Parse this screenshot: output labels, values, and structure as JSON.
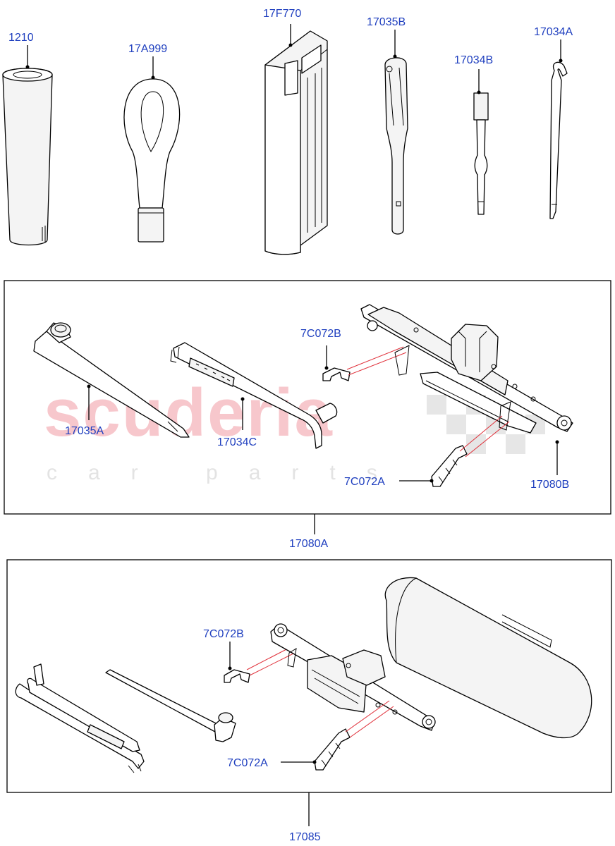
{
  "watermark": {
    "brand": "scuderia",
    "tagline": "car parts"
  },
  "callouts": {
    "p1210": "1210",
    "p17A999": "17A999",
    "p17F770": "17F770",
    "p17035B": "17035B",
    "p17034B": "17034B",
    "p17034A": "17034A",
    "p7C072B_upper": "7C072B",
    "p17035A": "17035A",
    "p17034C": "17034C",
    "p7C072A_upper": "7C072A",
    "p17080B": "17080B",
    "p17080A": "17080A",
    "p7C072B_lower": "7C072B",
    "p7C072A_lower": "7C072A",
    "p17085": "17085"
  },
  "colors": {
    "callout_text": "#1f3fbf",
    "leader_red": "#e0303a",
    "watermark_red": "#f7c7cc"
  }
}
